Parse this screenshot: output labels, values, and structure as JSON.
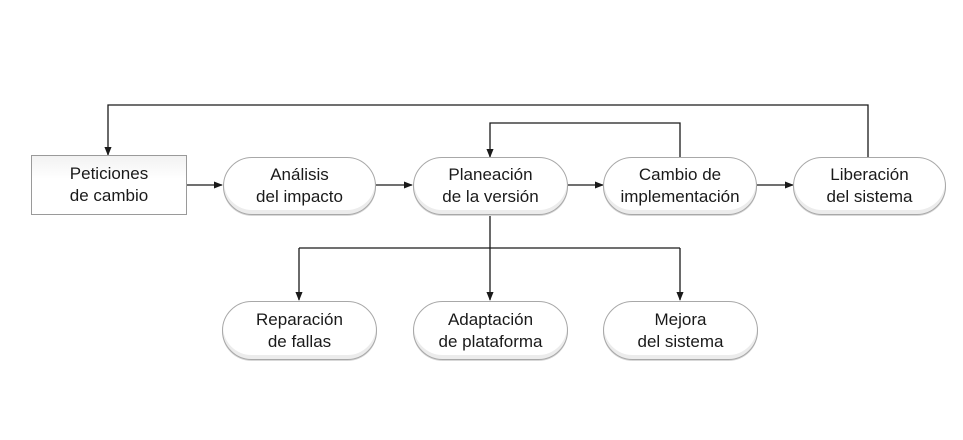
{
  "diagram": {
    "nodes": {
      "change_requests": {
        "line1": "Peticiones",
        "line2": "de cambio"
      },
      "impact_analysis": {
        "line1": "Análisis",
        "line2": "del impacto"
      },
      "release_planning": {
        "line1": "Planeación",
        "line2": "de la versión"
      },
      "change_implementation": {
        "line1": "Cambio de",
        "line2": "implementación"
      },
      "system_release": {
        "line1": "Liberación",
        "line2": "del sistema"
      },
      "fault_repair": {
        "line1": "Reparación",
        "line2": "de fallas"
      },
      "platform_adaptation": {
        "line1": "Adaptación",
        "line2": "de plataforma"
      },
      "system_enhancement": {
        "line1": "Mejora",
        "line2": "del sistema"
      }
    },
    "colors": {
      "line": "#1a1a1a",
      "border": "#a8a8a8",
      "text": "#1a1a1a"
    }
  }
}
